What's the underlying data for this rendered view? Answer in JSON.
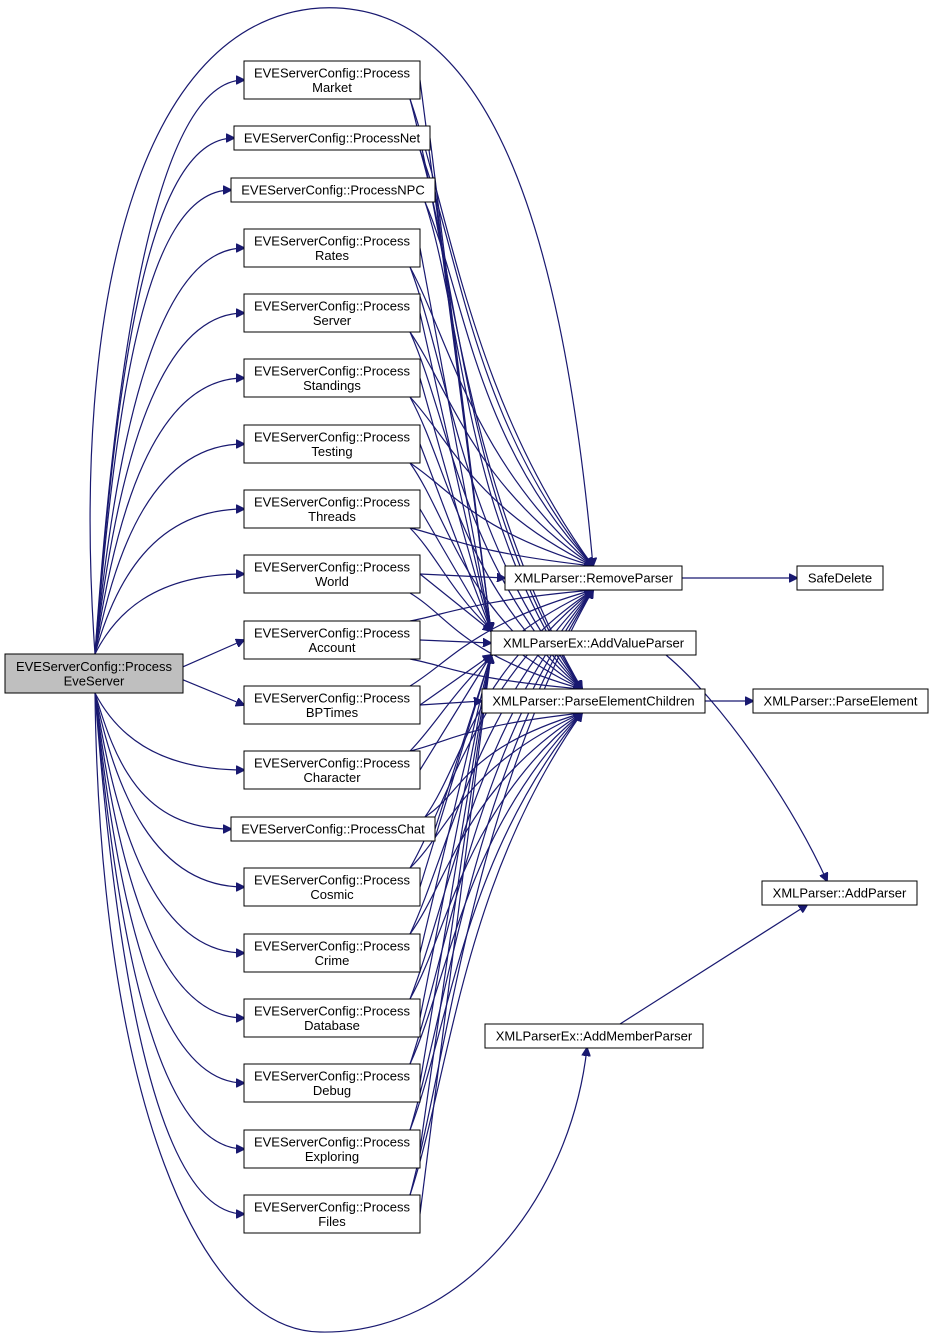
{
  "colors": {
    "edge": "#191970",
    "root_fill": "#bfbfbf",
    "node_fill": "#ffffff",
    "border": "#000000"
  },
  "nodes": [
    {
      "id": "root",
      "lines": [
        "EVEServerConfig::Process",
        "EveServer"
      ]
    },
    {
      "id": "market",
      "lines": [
        "EVEServerConfig::Process",
        "Market"
      ]
    },
    {
      "id": "net",
      "lines": [
        "EVEServerConfig::ProcessNet"
      ]
    },
    {
      "id": "npc",
      "lines": [
        "EVEServerConfig::ProcessNPC"
      ]
    },
    {
      "id": "rates",
      "lines": [
        "EVEServerConfig::Process",
        "Rates"
      ]
    },
    {
      "id": "server",
      "lines": [
        "EVEServerConfig::Process",
        "Server"
      ]
    },
    {
      "id": "standings",
      "lines": [
        "EVEServerConfig::Process",
        "Standings"
      ]
    },
    {
      "id": "testing",
      "lines": [
        "EVEServerConfig::Process",
        "Testing"
      ]
    },
    {
      "id": "threads",
      "lines": [
        "EVEServerConfig::Process",
        "Threads"
      ]
    },
    {
      "id": "world",
      "lines": [
        "EVEServerConfig::Process",
        "World"
      ]
    },
    {
      "id": "account",
      "lines": [
        "EVEServerConfig::Process",
        "Account"
      ]
    },
    {
      "id": "bptimes",
      "lines": [
        "EVEServerConfig::Process",
        "BPTimes"
      ]
    },
    {
      "id": "character",
      "lines": [
        "EVEServerConfig::Process",
        "Character"
      ]
    },
    {
      "id": "chat",
      "lines": [
        "EVEServerConfig::ProcessChat"
      ]
    },
    {
      "id": "cosmic",
      "lines": [
        "EVEServerConfig::Process",
        "Cosmic"
      ]
    },
    {
      "id": "crime",
      "lines": [
        "EVEServerConfig::Process",
        "Crime"
      ]
    },
    {
      "id": "database",
      "lines": [
        "EVEServerConfig::Process",
        "Database"
      ]
    },
    {
      "id": "debug",
      "lines": [
        "EVEServerConfig::Process",
        "Debug"
      ]
    },
    {
      "id": "exploring",
      "lines": [
        "EVEServerConfig::Process",
        "Exploring"
      ]
    },
    {
      "id": "files",
      "lines": [
        "EVEServerConfig::Process",
        "Files"
      ]
    },
    {
      "id": "removeparser",
      "lines": [
        "XMLParser::RemoveParser"
      ]
    },
    {
      "id": "addvalueparser",
      "lines": [
        "XMLParserEx::AddValueParser"
      ]
    },
    {
      "id": "parseelementchildren",
      "lines": [
        "XMLParser::ParseElementChildren"
      ]
    },
    {
      "id": "addmemberparser",
      "lines": [
        "XMLParserEx::AddMemberParser"
      ]
    },
    {
      "id": "safedelete",
      "lines": [
        "SafeDelete"
      ]
    },
    {
      "id": "parseelement",
      "lines": [
        "XMLParser::ParseElement"
      ]
    },
    {
      "id": "addparser",
      "lines": [
        "XMLParser::AddParser"
      ]
    }
  ],
  "edges": [
    [
      "root",
      "market"
    ],
    [
      "root",
      "net"
    ],
    [
      "root",
      "npc"
    ],
    [
      "root",
      "rates"
    ],
    [
      "root",
      "server"
    ],
    [
      "root",
      "standings"
    ],
    [
      "root",
      "testing"
    ],
    [
      "root",
      "threads"
    ],
    [
      "root",
      "world"
    ],
    [
      "root",
      "account"
    ],
    [
      "root",
      "bptimes"
    ],
    [
      "root",
      "character"
    ],
    [
      "root",
      "chat"
    ],
    [
      "root",
      "cosmic"
    ],
    [
      "root",
      "crime"
    ],
    [
      "root",
      "database"
    ],
    [
      "root",
      "debug"
    ],
    [
      "root",
      "exploring"
    ],
    [
      "root",
      "files"
    ],
    [
      "root",
      "removeparser"
    ],
    [
      "root",
      "addmemberparser"
    ],
    [
      "market",
      "removeparser"
    ],
    [
      "market",
      "addvalueparser"
    ],
    [
      "market",
      "parseelementchildren"
    ],
    [
      "net",
      "removeparser"
    ],
    [
      "net",
      "addvalueparser"
    ],
    [
      "net",
      "parseelementchildren"
    ],
    [
      "npc",
      "removeparser"
    ],
    [
      "npc",
      "addvalueparser"
    ],
    [
      "npc",
      "parseelementchildren"
    ],
    [
      "rates",
      "removeparser"
    ],
    [
      "rates",
      "addvalueparser"
    ],
    [
      "rates",
      "parseelementchildren"
    ],
    [
      "server",
      "removeparser"
    ],
    [
      "server",
      "addvalueparser"
    ],
    [
      "server",
      "parseelementchildren"
    ],
    [
      "standings",
      "removeparser"
    ],
    [
      "standings",
      "addvalueparser"
    ],
    [
      "standings",
      "parseelementchildren"
    ],
    [
      "testing",
      "removeparser"
    ],
    [
      "testing",
      "addvalueparser"
    ],
    [
      "testing",
      "parseelementchildren"
    ],
    [
      "threads",
      "removeparser"
    ],
    [
      "threads",
      "addvalueparser"
    ],
    [
      "threads",
      "parseelementchildren"
    ],
    [
      "world",
      "removeparser"
    ],
    [
      "world",
      "addvalueparser"
    ],
    [
      "world",
      "parseelementchildren"
    ],
    [
      "account",
      "removeparser"
    ],
    [
      "account",
      "addvalueparser"
    ],
    [
      "account",
      "parseelementchildren"
    ],
    [
      "bptimes",
      "removeparser"
    ],
    [
      "bptimes",
      "addvalueparser"
    ],
    [
      "bptimes",
      "parseelementchildren"
    ],
    [
      "character",
      "removeparser"
    ],
    [
      "character",
      "addvalueparser"
    ],
    [
      "character",
      "parseelementchildren"
    ],
    [
      "chat",
      "removeparser"
    ],
    [
      "chat",
      "addvalueparser"
    ],
    [
      "chat",
      "parseelementchildren"
    ],
    [
      "cosmic",
      "removeparser"
    ],
    [
      "cosmic",
      "addvalueparser"
    ],
    [
      "cosmic",
      "parseelementchildren"
    ],
    [
      "crime",
      "removeparser"
    ],
    [
      "crime",
      "addvalueparser"
    ],
    [
      "crime",
      "parseelementchildren"
    ],
    [
      "database",
      "removeparser"
    ],
    [
      "database",
      "addvalueparser"
    ],
    [
      "database",
      "parseelementchildren"
    ],
    [
      "debug",
      "removeparser"
    ],
    [
      "debug",
      "addvalueparser"
    ],
    [
      "debug",
      "parseelementchildren"
    ],
    [
      "exploring",
      "removeparser"
    ],
    [
      "exploring",
      "addvalueparser"
    ],
    [
      "exploring",
      "parseelementchildren"
    ],
    [
      "files",
      "removeparser"
    ],
    [
      "files",
      "addvalueparser"
    ],
    [
      "files",
      "parseelementchildren"
    ],
    [
      "removeparser",
      "safedelete"
    ],
    [
      "parseelementchildren",
      "parseelement"
    ],
    [
      "addvalueparser",
      "addparser"
    ],
    [
      "addmemberparser",
      "addparser"
    ]
  ]
}
